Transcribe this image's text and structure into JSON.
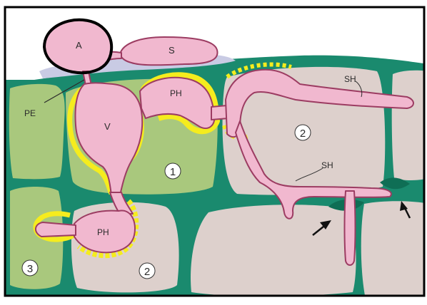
{
  "colors": {
    "background": "#ffffff",
    "frame": "#000000",
    "cell_wall": "#1a8a6e",
    "healthy_cell": "#a9c87d",
    "infected_cell": "#ddd0cc",
    "fungus": "#f1b8cf",
    "fungus_outline": "#9c3c62",
    "halo": "#f5ec1e",
    "halo_edge": "#b69000",
    "cuticle": "#c9cbe4",
    "deposit": "#0f6e55",
    "label_text": "#2b2b2b",
    "arrow": "#111111"
  },
  "labels": {
    "appressorium": "A",
    "spore": "S",
    "vesicle": "V",
    "primary_hypha_upper": "PH",
    "primary_hypha_lower": "PH",
    "penetration_peg": "PE",
    "secondary_hypha_upper": "SH",
    "secondary_hypha_lower": "SH"
  },
  "cell_numbers": {
    "cell_1": "1",
    "cell_2_upper": "2",
    "cell_2_lower": "2",
    "cell_3": "3"
  },
  "icons": {
    "arrow_lower": "arrow-icon",
    "arrow_right": "arrow-icon"
  }
}
